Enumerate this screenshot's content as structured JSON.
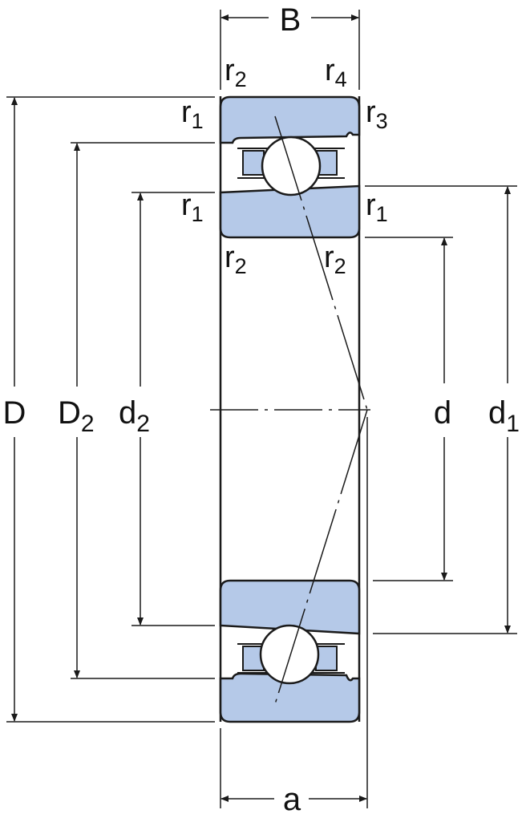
{
  "colors": {
    "line": "#1a1a1a",
    "ring_fill": "#b5c9e8",
    "background": "#ffffff"
  },
  "labels": {
    "B": "B",
    "a": "a",
    "D": "D",
    "D2_main": "D",
    "D2_sub": "2",
    "d2_main": "d",
    "d2_sub": "2",
    "d": "d",
    "d1_main": "d",
    "d1_sub": "1",
    "r_top_left": {
      "main": "r",
      "sub": "2"
    },
    "r_top_right": {
      "main": "r",
      "sub": "4"
    },
    "r_upper_left": {
      "main": "r",
      "sub": "1"
    },
    "r_upper_right": {
      "main": "r",
      "sub": "3"
    },
    "r_mid_left": {
      "main": "r",
      "sub": "1"
    },
    "r_mid_right": {
      "main": "r",
      "sub": "1"
    },
    "r_low_left": {
      "main": "r",
      "sub": "2"
    },
    "r_low_right": {
      "main": "r",
      "sub": "2"
    }
  }
}
